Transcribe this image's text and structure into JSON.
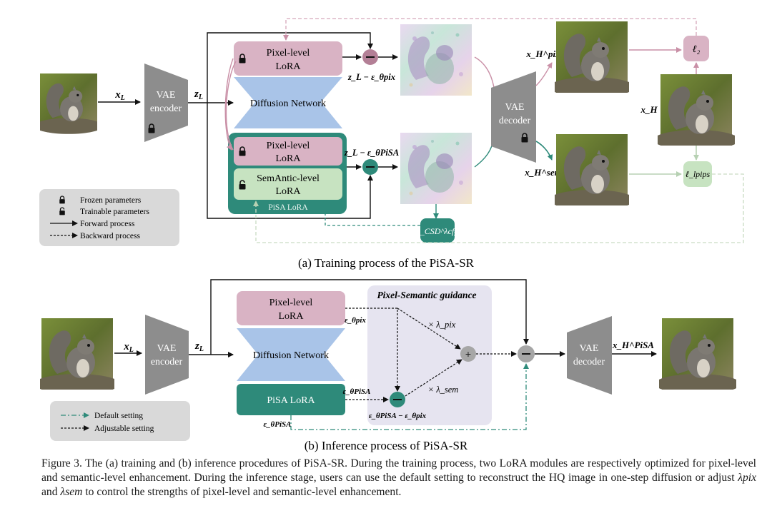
{
  "figure": {
    "caption_title": "Figure 3.",
    "caption_text_1": "The (a) training and (b) inference procedures of PiSA-SR. During the training process, two LoRA modules are respectively optimized for pixel-level and semantic-level enhancement. During the inference stage, users can use the default setting to reconstruct the HQ image in one-step diffusion or adjust",
    "caption_lambda_pix": "λpix",
    "caption_and": "and",
    "caption_lambda_sem": "λsem",
    "caption_text_2": "to control the strengths of pixel-level and semantic-level enhancement."
  },
  "training": {
    "title": "(a) Training process of the PiSA-SR",
    "input_label": "x",
    "input_sub": "L",
    "vae_encoder_line1": "VAE",
    "vae_encoder_line2": "encoder",
    "latent_label": "z",
    "latent_sub": "L",
    "pixel_lora_top_line1": "Pixel-level",
    "pixel_lora_top_line2": "LoRA",
    "diffusion_network": "Diffusion Network",
    "pixel_lora_bottom_line1": "Pixel-level",
    "pixel_lora_bottom_line2": "LoRA",
    "semantic_lora_line1": "SemAntic-level",
    "semantic_lora_line2": "LoRA",
    "pisa_lora_group": "PiSA LoRA",
    "eq_top": "z_L − ε_θpix",
    "eq_bottom": "z_L − ε_θPiSA",
    "vae_decoder_line1": "VAE",
    "vae_decoder_line2": "decoder",
    "out_pix_label": "x_H^pix",
    "out_sem_label": "x_H^sem",
    "gt_label": "x_H",
    "loss_l2": "ℓ₂",
    "loss_lpips": "ℓ_lpips",
    "loss_csd": "ℓ_CSD^λcfg",
    "legend_frozen": "Frozen parameters",
    "legend_trainable": "Trainable parameters",
    "legend_forward": "Forward process",
    "legend_backward": "Backward process"
  },
  "inference": {
    "title": "(b) Inference process of PiSA-SR",
    "input_label": "x",
    "input_sub": "L",
    "vae_encoder_line1": "VAE",
    "vae_encoder_line2": "encoder",
    "latent_label": "z",
    "latent_sub": "L",
    "pixel_lora_line1": "Pixel-level",
    "pixel_lora_line2": "LoRA",
    "diffusion_network": "Diffusion Network",
    "pisa_lora": "PiSA LoRA",
    "eps_pix": "ε_θpix",
    "eps_pisa_right": "ε_θPiSA",
    "eps_pisa_bottom": "ε_θPiSA",
    "guidance_title": "Pixel-Semantic guidance",
    "times_lambda_pix": "× λ_pix",
    "times_lambda_sem": "× λ_sem",
    "diff_label": "ε_θPiSA − ε_θpix",
    "vae_decoder_line1": "VAE",
    "vae_decoder_line2": "decoder",
    "output_label": "x_H^PiSA",
    "legend_default": "Default setting",
    "legend_adjustable": "Adjustable setting"
  },
  "colors": {
    "pink": "#d9b3c4",
    "blue": "#a9c4e8",
    "teal": "#2e8a7a",
    "teal_dark": "#1f6f62",
    "light_green": "#c7e3c1",
    "gray_module": "#8d8d8d",
    "guidance_bg": "#e6e4f0"
  }
}
